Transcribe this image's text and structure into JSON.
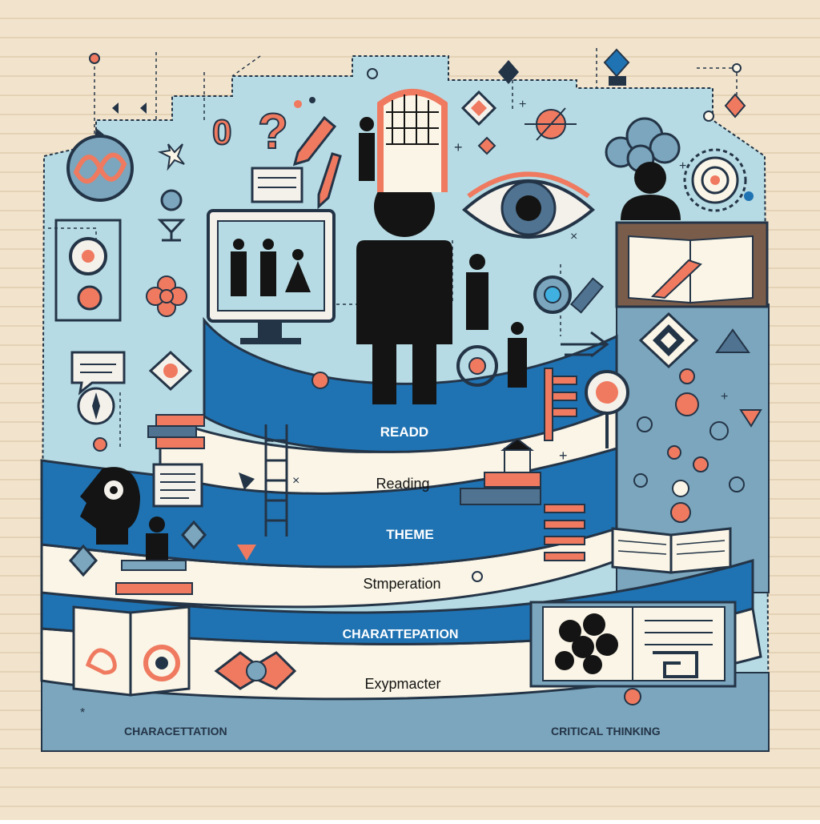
{
  "colors": {
    "paper": "#f2e4cc",
    "paper_line": "#ddc8aa",
    "panel": "#b6dbe4",
    "panel_dark": "#7ba6bd",
    "blue": "#1f73b3",
    "navy": "#243447",
    "coral": "#ef7a60",
    "cream": "#faf5e6",
    "ink": "#141414"
  },
  "ribbons": [
    {
      "label": "READD",
      "style": "blue"
    },
    {
      "label": "Reading",
      "style": "white"
    },
    {
      "label": "THEME",
      "style": "blue"
    },
    {
      "label": "Stmperation",
      "style": "white"
    },
    {
      "label": "CHARATTEPATION",
      "style": "blue"
    },
    {
      "label": "Exypmacter",
      "style": "white"
    }
  ],
  "footer": {
    "left_label": "CHARACETTATION",
    "right_label": "CRITICAL THINKING"
  },
  "icons": [
    "person-silhouette-icon",
    "eye-icon",
    "question-mark-icon",
    "pencil-icon",
    "monitor-icon",
    "gate-icon",
    "open-book-icon",
    "head-profile-icon",
    "speech-bubble-icon",
    "flower-icon",
    "target-icon",
    "gear-icon",
    "cloud-icon",
    "diamond-icon",
    "ladder-icon",
    "stairs-icon"
  ]
}
